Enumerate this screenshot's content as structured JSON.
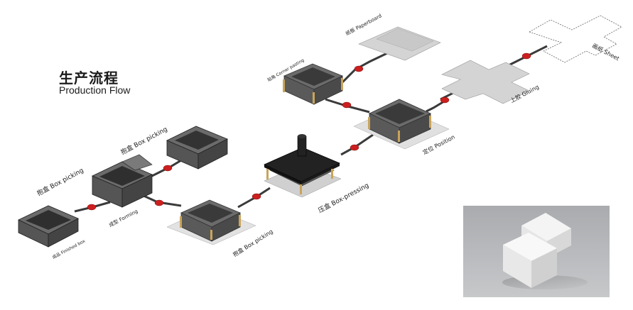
{
  "title": {
    "zh": "生产流程",
    "en": "Production Flow"
  },
  "steps": {
    "sheet": "画纸 Sheet",
    "gluing": "上胶 Gluing",
    "paperboard": "纸板 Paperboard",
    "corner_pasting": "贴角 Corner pasting",
    "position": "定位 Position",
    "box_pressing": "压盒 Box-pressing",
    "box_picking_1": "抱盒 Box picking",
    "forming": "成型 Forming",
    "box_picking_2": "抱盒 Box picking",
    "box_picking_3": "抱盒 Box picking",
    "finished_box": "成品 Finished box"
  },
  "colors": {
    "box_dark": "#4a4a4a",
    "box_mid": "#6b6b6b",
    "box_light": "#8a8a8a",
    "sheet_gray": "#d4d4d4",
    "connector": "#3a3a3a",
    "node_red": "#cc1f1f",
    "corner_tape": "#c9a45a"
  }
}
